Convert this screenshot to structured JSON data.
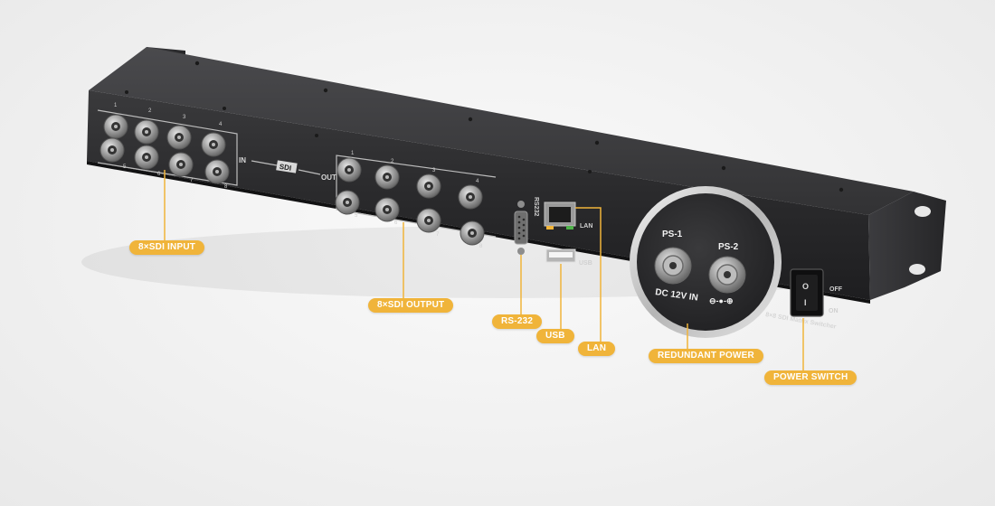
{
  "callouts": {
    "sdi_input": "8×SDI INPUT",
    "sdi_output": "8×SDI OUTPUT",
    "rs232": "RS-232",
    "usb": "USB",
    "lan": "LAN",
    "redundant_power": "REDUNDANT POWER",
    "power_switch": "POWER SWITCH"
  },
  "panel": {
    "in_label": "IN",
    "sdi_label": "SDI",
    "out_label": "OUT",
    "rs232_label": "RS232",
    "lan_label": "LAN",
    "usb_label": "USB",
    "off_label": "OFF",
    "on_label": "ON",
    "model_label": "8×8 SDI Matrix Switcher",
    "switch_off_symbol": "O",
    "switch_on_symbol": "I",
    "input_numbers": [
      "1",
      "2",
      "3",
      "4",
      "5",
      "6",
      "7",
      "8"
    ],
    "output_numbers": [
      "1",
      "2",
      "3",
      "4",
      "5",
      "6",
      "7",
      "8"
    ]
  },
  "power_zoom": {
    "ps1": "PS-1",
    "ps2": "PS-2",
    "dc_in": "DC 12V IN",
    "polarity": "⊖-●-⊕"
  },
  "colors": {
    "accent": "#f0b43a",
    "chassis": "#2b2b2d"
  }
}
